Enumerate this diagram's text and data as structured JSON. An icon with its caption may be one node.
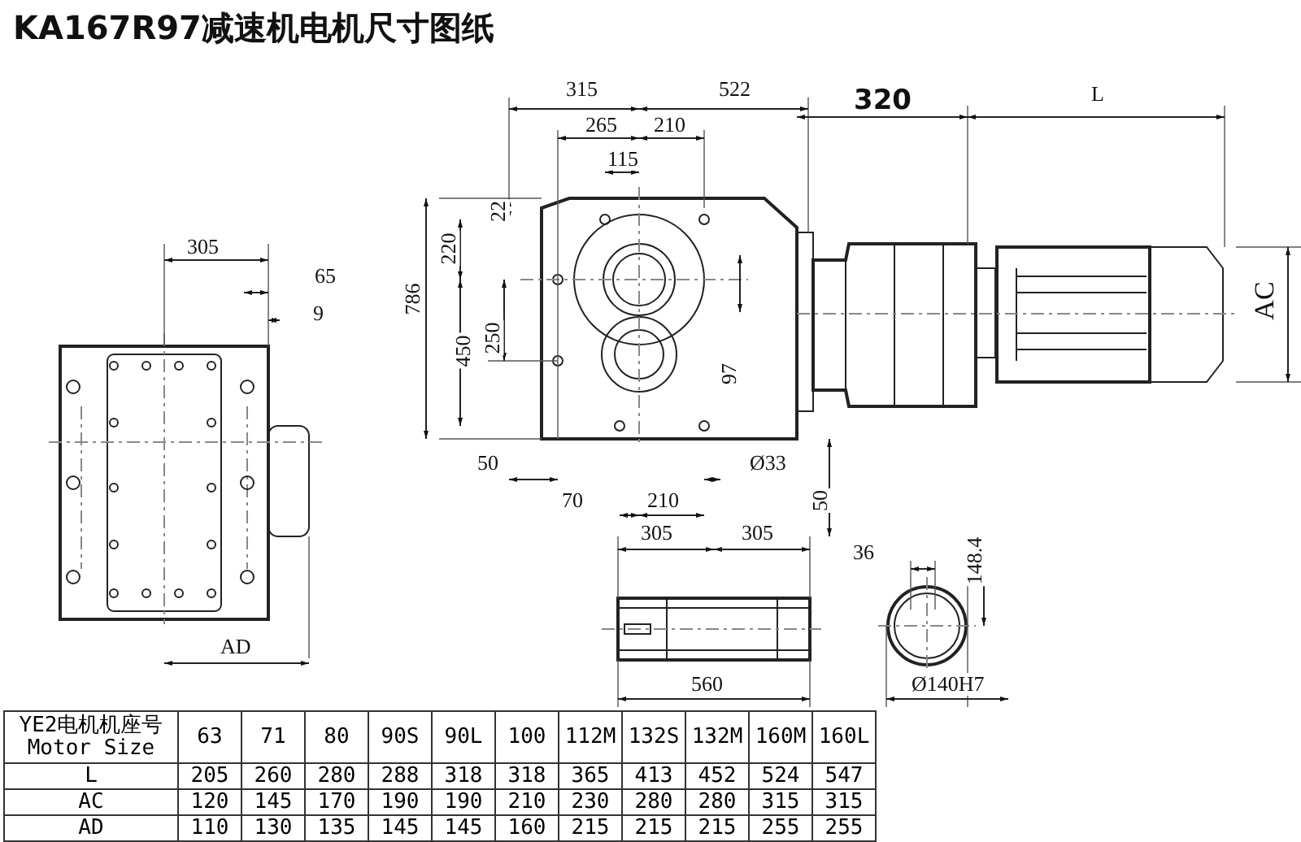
{
  "diagram": {
    "title": "KA167R97减速机电机尺寸图纸",
    "labels": [
      "305",
      "65",
      "9",
      "AD",
      "315",
      "522",
      "320",
      "L",
      "265",
      "210",
      "115",
      "22",
      "220",
      "786",
      "250",
      "450",
      "97",
      "AC",
      "50",
      "Ø33",
      "70",
      "210",
      "50",
      "305",
      "305",
      "36",
      "148.4",
      "560",
      "Ø140H7",
      "YE2电机机座号 Motor Size",
      "63",
      "71",
      "80",
      "90S",
      "90L",
      "100",
      "112M",
      "132S",
      "132M",
      "160M",
      "160L",
      "L",
      "205",
      "260",
      "280",
      "288",
      "318",
      "318",
      "365",
      "413",
      "452",
      "524",
      "547",
      "AC",
      "120",
      "145",
      "170",
      "190",
      "190",
      "210",
      "230",
      "280",
      "280",
      "315",
      "315",
      "AD",
      "110",
      "130",
      "135",
      "145",
      "145",
      "160",
      "215",
      "215",
      "215",
      "255",
      "255"
    ]
  }
}
